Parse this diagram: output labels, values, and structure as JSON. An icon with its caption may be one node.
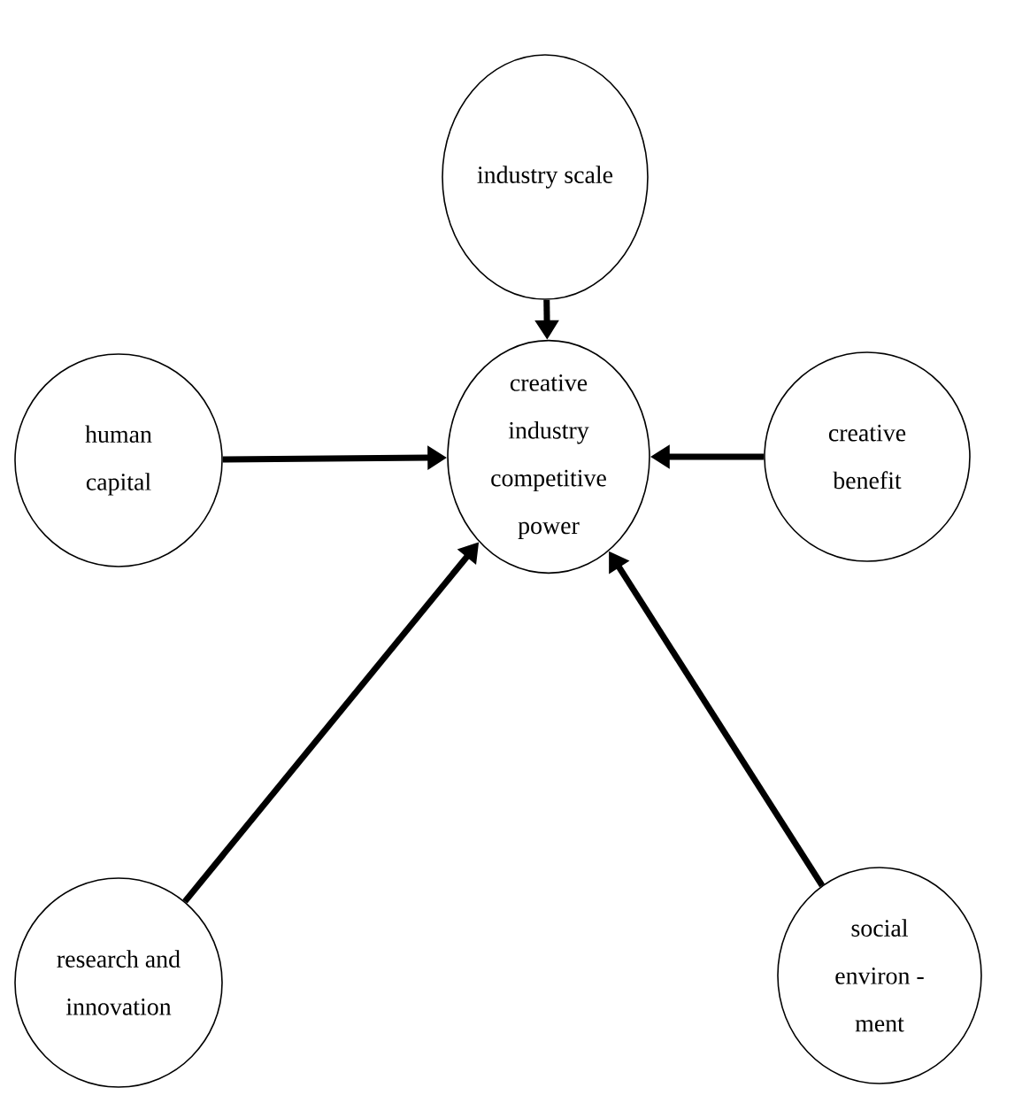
{
  "diagram": {
    "nodes": [
      {
        "text": [
          "industry scale"
        ]
      },
      {
        "text": [
          "human capital"
        ]
      },
      {
        "text": [
          "creative industry competitive power"
        ]
      },
      {
        "text": [
          "creative benefit"
        ]
      },
      {
        "text": [
          "research and innovation"
        ]
      },
      {
        "text": [
          "social environ - ment"
        ]
      }
    ],
    "edges": [
      {
        "from": 0,
        "to": 2,
        "arrow": "to"
      },
      {
        "from": 1,
        "to": 2,
        "arrow": "to"
      },
      {
        "from": 3,
        "to": 2,
        "arrow": "to"
      },
      {
        "from": 4,
        "to": 2,
        "arrow": "to"
      },
      {
        "from": 5,
        "to": 2,
        "arrow": "to"
      }
    ]
  }
}
